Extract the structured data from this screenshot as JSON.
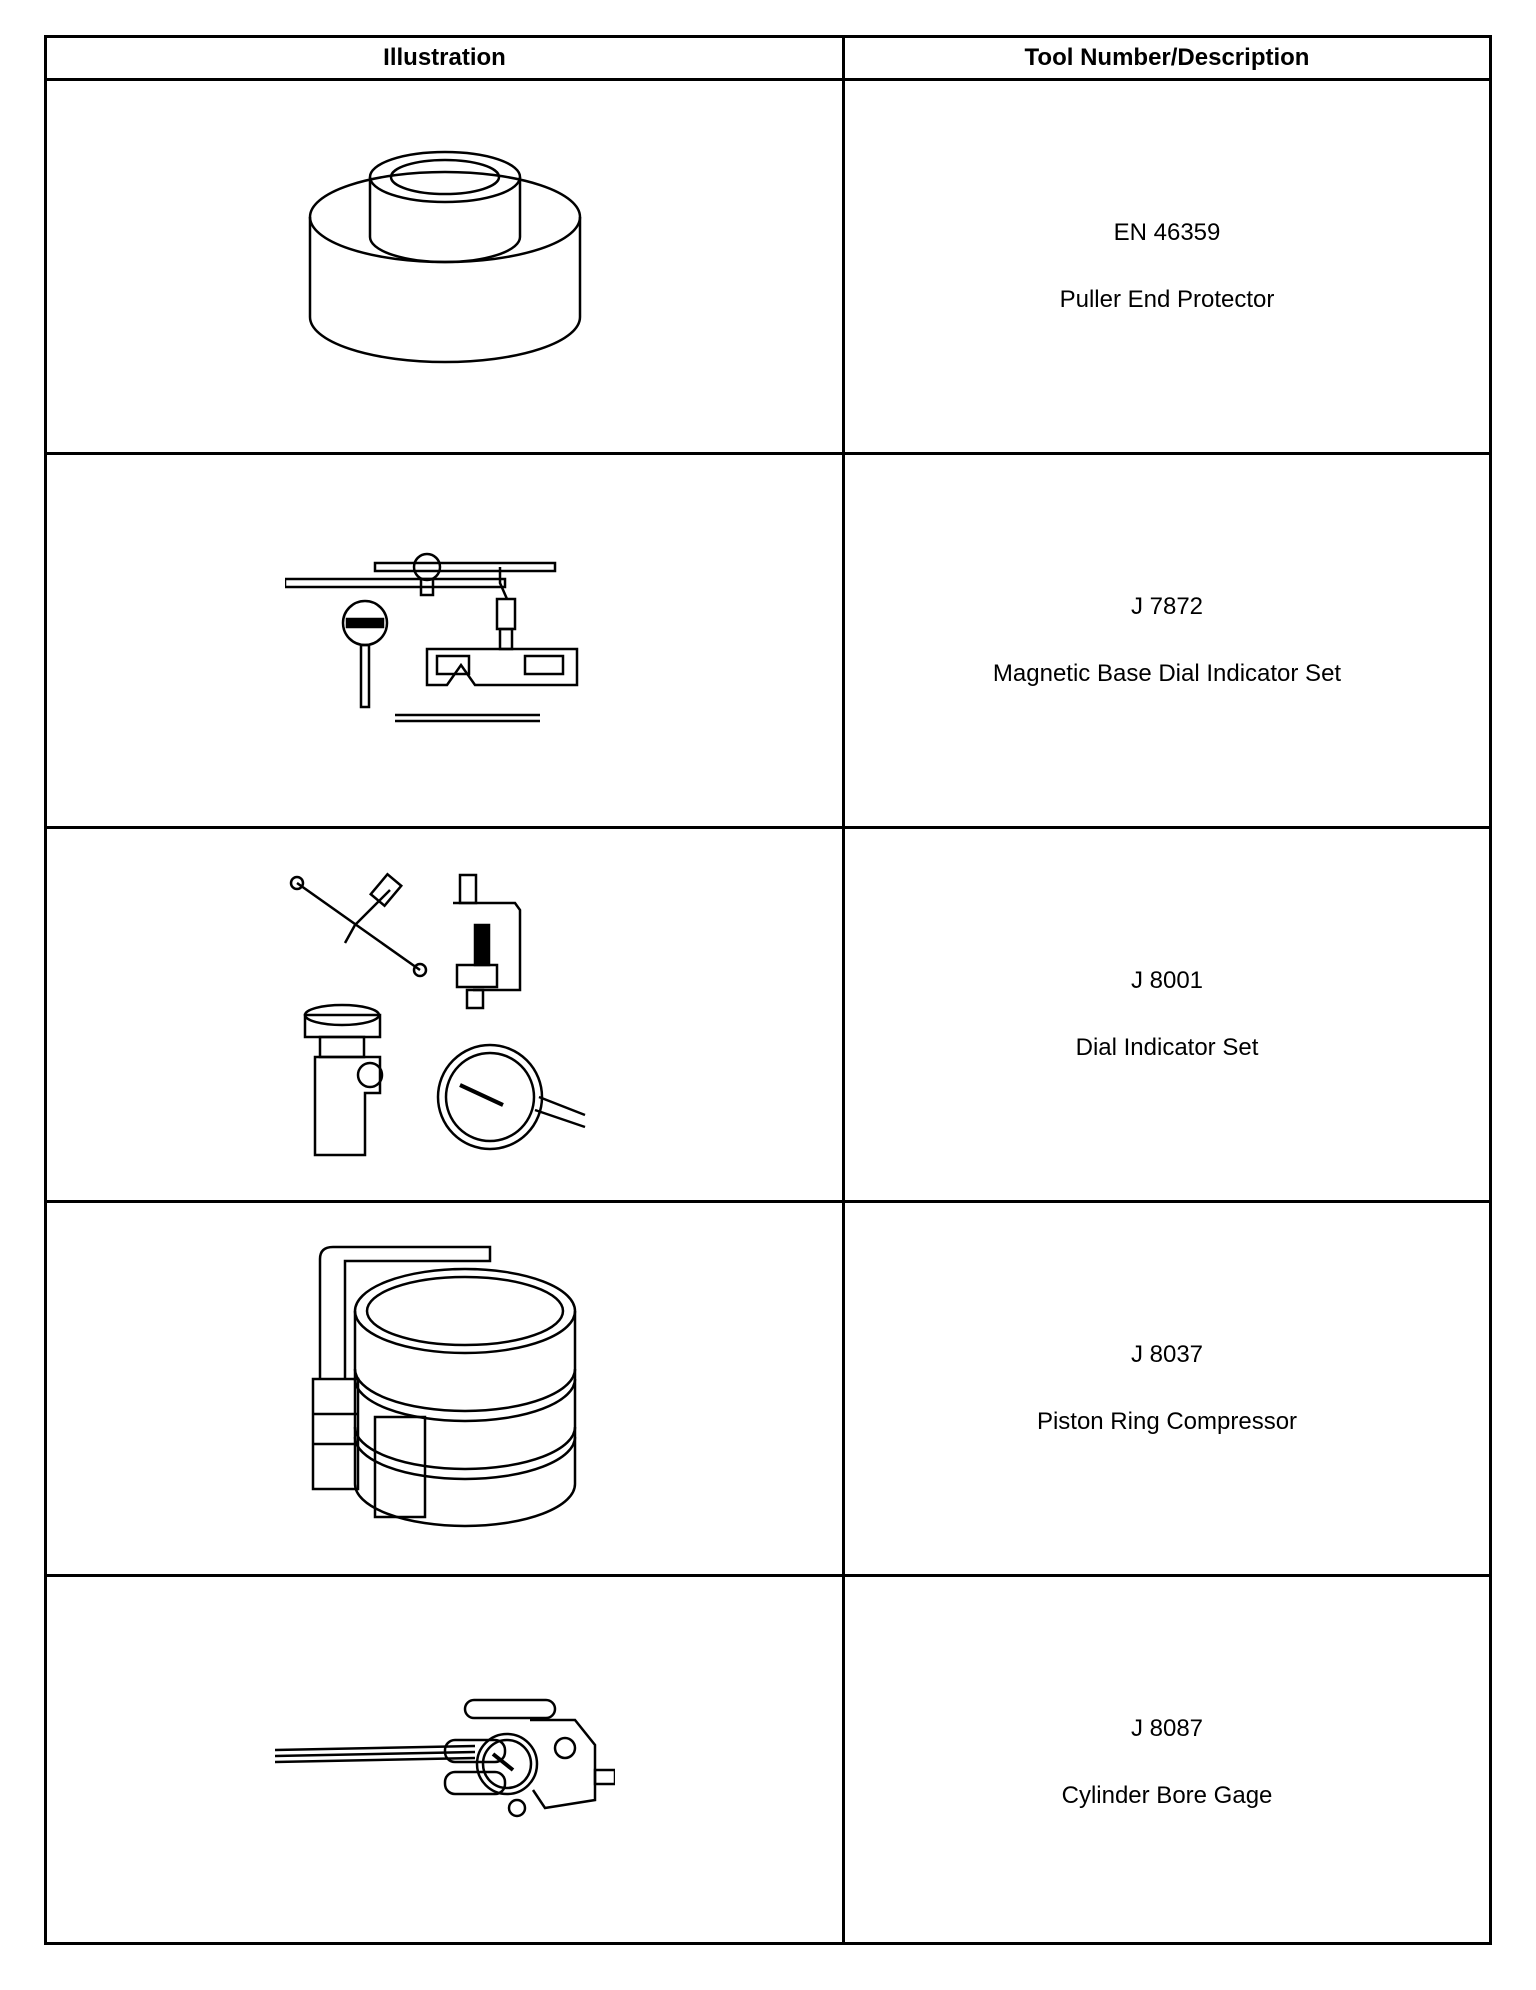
{
  "header": {
    "illustration": "Illustration",
    "tool": "Tool Number/Description"
  },
  "tools": [
    {
      "number": "EN 46359",
      "description": "Puller End Protector",
      "icon": "puller-end-protector"
    },
    {
      "number": "J 7872",
      "description": "Magnetic Base Dial Indicator Set",
      "icon": "magnetic-base-dial-indicator"
    },
    {
      "number": "J 8001",
      "description": "Dial Indicator Set",
      "icon": "dial-indicator-set"
    },
    {
      "number": "J 8037",
      "description": "Piston Ring Compressor",
      "icon": "piston-ring-compressor"
    },
    {
      "number": "J 8087",
      "description": "Cylinder Bore Gage",
      "icon": "cylinder-bore-gage"
    }
  ]
}
